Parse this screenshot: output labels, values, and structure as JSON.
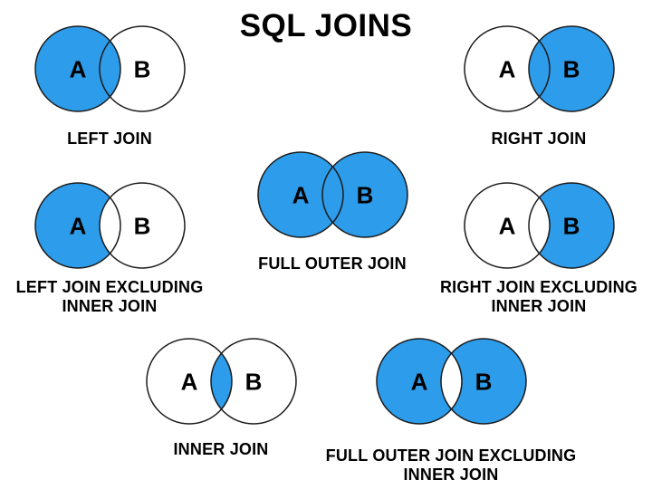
{
  "title": "SQL JOINS",
  "colors": {
    "filled": "#2D9CEA",
    "empty": "#FFFFFF",
    "stroke": "#1C1C1C",
    "text": "#000000",
    "background": "#FFFFFF"
  },
  "sets": {
    "left_label": "A",
    "right_label": "B"
  },
  "diagrams": [
    {
      "id": "left-join",
      "label_lines": [
        "LEFT JOIN"
      ],
      "regions": {
        "a": "filled",
        "b": "empty",
        "intersection": "filled"
      }
    },
    {
      "id": "right-join",
      "label_lines": [
        "RIGHT JOIN"
      ],
      "regions": {
        "a": "empty",
        "b": "filled",
        "intersection": "filled"
      }
    },
    {
      "id": "left-join-excluding-inner-join",
      "label_lines": [
        "LEFT JOIN EXCLUDING",
        "INNER JOIN"
      ],
      "regions": {
        "a": "filled",
        "b": "empty",
        "intersection": "empty"
      }
    },
    {
      "id": "full-outer-join",
      "label_lines": [
        "FULL OUTER JOIN"
      ],
      "regions": {
        "a": "filled",
        "b": "filled",
        "intersection": "filled"
      }
    },
    {
      "id": "right-join-excluding-inner-join",
      "label_lines": [
        "RIGHT JOIN EXCLUDING",
        "INNER JOIN"
      ],
      "regions": {
        "a": "empty",
        "b": "filled",
        "intersection": "empty"
      }
    },
    {
      "id": "inner-join",
      "label_lines": [
        "INNER JOIN"
      ],
      "regions": {
        "a": "empty",
        "b": "empty",
        "intersection": "filled"
      }
    },
    {
      "id": "full-outer-join-excluding-inner-join",
      "label_lines": [
        "FULL OUTER JOIN EXCLUDING",
        "INNER JOIN"
      ],
      "regions": {
        "a": "filled",
        "b": "filled",
        "intersection": "empty"
      }
    }
  ]
}
